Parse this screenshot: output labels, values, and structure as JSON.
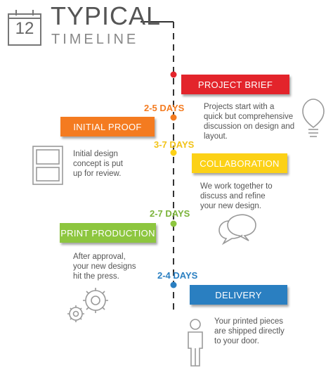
{
  "header": {
    "calendar_day": "12",
    "title_line1": "TYPICAL",
    "title_line2": "TIMELINE"
  },
  "steps": [
    {
      "label": "PROJECT BRIEF",
      "color": "#e3242b",
      "duration": "",
      "description": [
        "Projects start with a",
        "quick but comprehensive",
        "discussion on design and",
        "layout."
      ],
      "icon": "lightbulb-icon"
    },
    {
      "label": "INITIAL PROOF",
      "color": "#f47b20",
      "duration": "2-5 DAYS",
      "duration_color": "#f47b20",
      "description": [
        "Initial design",
        "concept is put",
        "up for review."
      ],
      "icon": "document-layout-icon"
    },
    {
      "label": "COLLABORATION",
      "color": "#fcd116",
      "duration": "3-7 DAYS",
      "duration_color": "#f2c318",
      "description": [
        "We work together to",
        "discuss and refine",
        "your new design."
      ],
      "icon": "speech-bubbles-icon"
    },
    {
      "label": "PRINT PRODUCTION",
      "color": "#8dc63f",
      "duration": "2-7 DAYS",
      "duration_color": "#7bb33a",
      "description": [
        "After approval,",
        "your new designs",
        "hit the press."
      ],
      "icon": "gears-icon"
    },
    {
      "label": "DELIVERY",
      "color": "#2a7fc1",
      "duration": "2-4 DAYS",
      "duration_color": "#2a7fc1",
      "description": [
        "Your printed pieces",
        "are shipped directly",
        "to your door."
      ],
      "icon": "person-icon"
    }
  ]
}
